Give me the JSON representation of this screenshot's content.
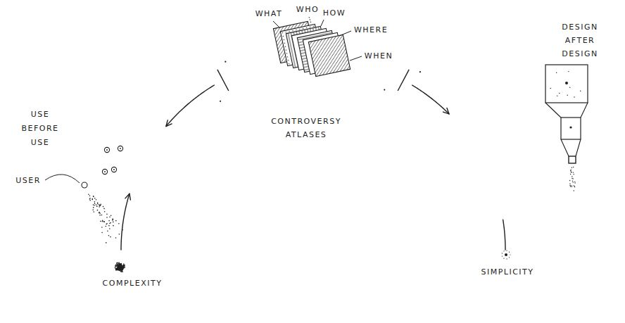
{
  "diagram": {
    "labels": [
      "WHAT",
      "WHO",
      "HOW",
      "WHERE",
      "WHEN",
      "DESIGN AFTER DESIGN",
      "USE BEFORE USE",
      "CONTROVERSY ATLASES",
      "USER",
      "SIMPLICITY",
      "COMPLEXITY"
    ]
  }
}
